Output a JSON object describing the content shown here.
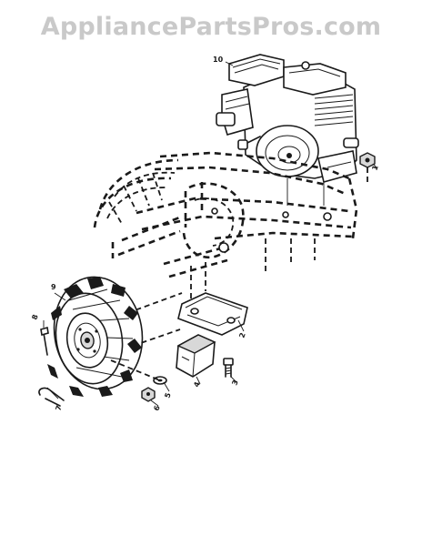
{
  "watermark": "AppliancePartsPros.com",
  "callouts": [
    "10",
    "1",
    "2",
    "3",
    "4",
    "5",
    "6",
    "7",
    "8",
    "9"
  ]
}
